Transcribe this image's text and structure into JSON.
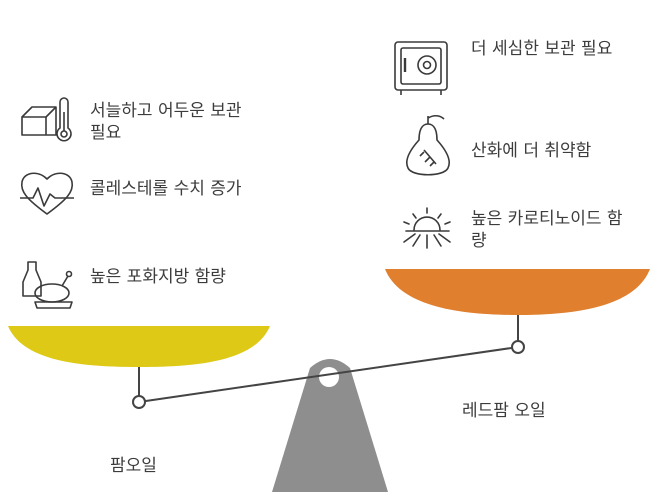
{
  "left": {
    "name": "팜오일",
    "items": [
      {
        "text": "서늘하고 어두운 보관 필요",
        "icon": "box-thermometer-icon"
      },
      {
        "text": "콜레스테롤 수치 증가",
        "icon": "heart-pulse-icon"
      },
      {
        "text": "높은 포화지방 함량",
        "icon": "bottle-chicken-icon"
      }
    ]
  },
  "right": {
    "name": "레드팜 오일",
    "items": [
      {
        "text": "더 세심한 보관 필요",
        "icon": "safe-icon"
      },
      {
        "text": "산화에 더 취약함",
        "icon": "damaged-pear-icon"
      },
      {
        "text": "높은 카로티노이드 함량",
        "icon": "sunrise-icon"
      }
    ]
  },
  "colors": {
    "left_pan": "#ddc916",
    "right_pan": "#e0802f",
    "fulcrum": "#8e8e8e",
    "beam": "#444444"
  }
}
